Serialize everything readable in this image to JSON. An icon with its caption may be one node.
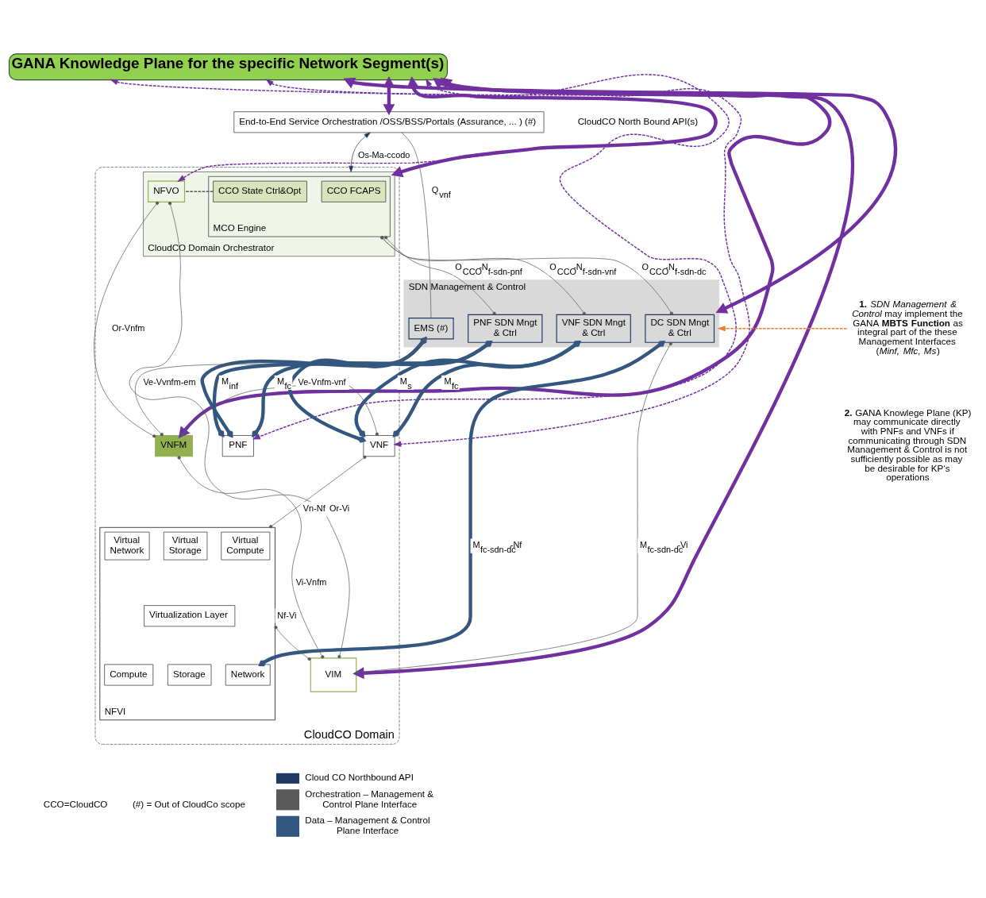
{
  "diagram": {
    "nodes": [
      {
        "text": [
          "GANA Knowledge Plane for the specific Network Segment(s)"
        ]
      },
      {
        "text": [
          "End-to-End Service Orchestration /OSS/BSS/Portals (Assurance, ... ) (#)"
        ]
      },
      {
        "text": [
          "CloudCO Domain"
        ]
      },
      {
        "text": [
          "CloudCO Domain Orchestrator"
        ],
        "in": 2
      },
      {
        "text": [
          "MCO Engine"
        ],
        "in": 3
      },
      {
        "text": [
          "CCO FCAPS"
        ],
        "in": 4
      },
      {
        "text": [
          "CCO State Ctrl&Opt"
        ],
        "in": 4
      },
      {
        "text": [
          "NFVO"
        ],
        "in": 3
      },
      {
        "text": [
          "SDN Management & Control"
        ]
      },
      {
        "text": [
          "EMS (#)"
        ],
        "in": 8
      },
      {
        "text": [
          "PNF SDN Mngt & Ctrl"
        ],
        "in": 8
      },
      {
        "text": [
          "VNF SDN Mngt & Ctrl"
        ],
        "in": 8
      },
      {
        "text": [
          "DC SDN Mngt & Ctrl"
        ],
        "in": 8
      },
      {
        "text": [
          "PNF"
        ],
        "in": 2
      },
      {
        "text": [
          "VNF"
        ],
        "in": 2
      },
      {
        "text": [
          "VNFM"
        ],
        "in": 2
      },
      {
        "text": [
          "NFVI"
        ],
        "in": 2
      },
      {
        "text": [
          "Virtual Compute"
        ],
        "in": 16
      },
      {
        "text": [
          "Virtual Storage"
        ],
        "in": 16
      },
      {
        "text": [
          "Virtual Network"
        ],
        "in": 16
      },
      {
        "text": [
          "Virtualization Layer"
        ],
        "in": 16
      },
      {
        "text": [
          "Compute"
        ],
        "in": 16
      },
      {
        "text": [
          "Storage"
        ],
        "in": 16
      },
      {
        "text": [
          "Network"
        ],
        "in": 16
      },
      {
        "text": [
          "VIM"
        ],
        "in": 2
      },
      {
        "text": [
          "**1.** *SDN Management & Control* may implement the GANA **MBTS Function** as integral part of the these Management Interfaces (*Minf, Mfc, Ms*)"
        ]
      }
    ],
    "edges": [
      {
        "from": 0,
        "to": 1,
        "arrow": "both",
        "style": "thick",
        "color": "#7030a0"
      },
      {
        "from": 0,
        "to": 8,
        "arrow": "both",
        "style": "thick",
        "color": "#7030a0"
      },
      {
        "from": 0,
        "to": 13,
        "arrow": "both",
        "style": "dashed",
        "color": "#7030a0"
      },
      {
        "from": 0,
        "to": 14,
        "arrow": "both",
        "style": "dashed",
        "color": "#7030a0"
      },
      {
        "from": 0,
        "to": 3,
        "arrow": "both",
        "style": "thick",
        "color": "#7030a0"
      },
      {
        "from": 0,
        "to": 7,
        "arrow": "both",
        "style": "dashed",
        "color": "#7030a0"
      },
      {
        "from": 0,
        "to": 15,
        "arrow": "both",
        "style": "thick",
        "color": "#7030a0"
      },
      {
        "from": 0,
        "to": 24,
        "arrow": "both",
        "style": "thick",
        "color": "#7030a0"
      },
      {
        "from": 1,
        "to": 3,
        "label": "Os-Ma-ccodo",
        "arrow": "both",
        "color": "#1f3864"
      },
      {
        "from": 1,
        "to": 9,
        "label": "Q$_{vnf}$",
        "arrow": "none"
      },
      {
        "from": 4,
        "to": 10,
        "label": "O$_{CCO}$-N$_{f-sdn-pnf}$",
        "arrow": "other"
      },
      {
        "from": 4,
        "to": 11,
        "label": "O$_{CCO}$-N$_{f-sdn-vnf}$",
        "arrow": "other"
      },
      {
        "from": 4,
        "to": 12,
        "label": "O$_{CCO}$-N$_{f-sdn-dc}$",
        "arrow": "other"
      },
      {
        "from": 6,
        "to": 7,
        "arrow": "none",
        "style": "dashed"
      },
      {
        "from": 9,
        "to": 15,
        "label": "Ve-Vvnfm-em",
        "arrow": "other"
      },
      {
        "from": 7,
        "to": 15,
        "label": "Or-Vnfm",
        "arrow": "other"
      },
      {
        "from": 7,
        "to": 24,
        "label": "Or-Vi",
        "arrow": "other"
      },
      {
        "from": 10,
        "to": 13,
        "label": "M$_{inf}$",
        "arrow": "other",
        "style": "thick",
        "color": "#34577f"
      },
      {
        "from": 10,
        "to": 13,
        "label": "M$_{fc}$",
        "arrow": "other",
        "style": "thick",
        "color": "#34577f"
      },
      {
        "from": 9,
        "to": 13,
        "arrow": "other",
        "style": "thick",
        "color": "#34577f"
      },
      {
        "from": 11,
        "to": 14,
        "label": "M$_{s}$",
        "arrow": "other",
        "style": "thick",
        "color": "#34577f"
      },
      {
        "from": 11,
        "to": 14,
        "label": "M$_{fc}$",
        "arrow": "other",
        "style": "thick",
        "color": "#34577f"
      },
      {
        "from": 9,
        "to": 14,
        "arrow": "other",
        "style": "thick",
        "color": "#34577f"
      },
      {
        "from": 12,
        "to": 23,
        "label": "M$_{fc-sdn-dc}$-Nf",
        "arrow": "other",
        "style": "thick",
        "color": "#34577f"
      },
      {
        "from": 12,
        "to": 24,
        "label": "M$_{fc-sdn-dc}$-Vi",
        "arrow": "other"
      },
      {
        "from": 14,
        "to": 15,
        "label": "Ve-Vnfm-vnf",
        "arrow": "other"
      },
      {
        "from": 14,
        "to": 16,
        "label": "Vn-Nf",
        "arrow": "other"
      },
      {
        "from": 15,
        "to": 24,
        "label": "Vi-Vnfm",
        "arrow": "other"
      },
      {
        "from": 16,
        "to": 24,
        "label": "Nf-Vi",
        "arrow": "other"
      },
      {
        "from": 25,
        "to": 8,
        "arrow": "to",
        "style": "dashed",
        "color": "#ed7d31"
      }
    ],
    "labels": [
      "CloudCO North Bound API(s)",
      "**2.** GANA Knowlege Plane (KP) may communicate directly with PNFs and VNFs if communicating through SDN Management & Control is not sufficiently possible as may be desirable for KP‘s operations",
      "CCO=CloudCO",
      "(#) = Out of CloudCo scope"
    ],
    "legend": [
      {
        "text": "Cloud CO Northbound API"
      },
      {
        "text": "Orchestration – Management & Control Plane Interface"
      },
      {
        "text": "Data – Management & Control Plane Interface"
      }
    ]
  }
}
